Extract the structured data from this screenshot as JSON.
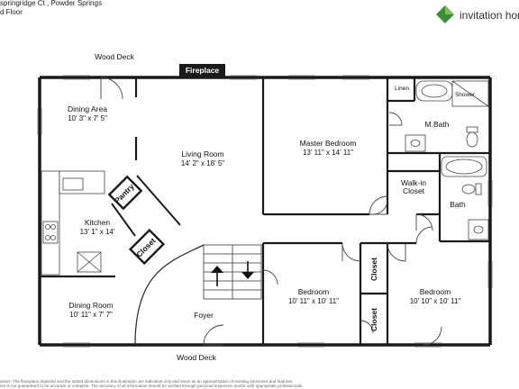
{
  "header": {
    "address": "springridge Ct , Powder Springs",
    "floor": "d Floor",
    "logo_text": "invitation hor",
    "logo_color": "#3a8d3f"
  },
  "outside": {
    "top_deck": "Wood Deck",
    "bottom_deck": "Wood Deck",
    "fireplace": "Fireplace"
  },
  "rooms": {
    "dining_area": {
      "name": "Dining Area",
      "dims": "10' 3\" x 7' 5\""
    },
    "living_room": {
      "name": "Living Room",
      "dims": "14' 2\" x 18' 5\""
    },
    "master_bedroom": {
      "name": "Master Bedroom",
      "dims": "13' 11\" x 14' 11\""
    },
    "linen": {
      "name": "Linen"
    },
    "shower": {
      "name": "Shower"
    },
    "m_bath": {
      "name": "M.Bath"
    },
    "walk_in_closet": {
      "name": "Walk-in\nCloset",
      "line1": "Walk-in",
      "line2": "Closet"
    },
    "bath": {
      "name": "Bath"
    },
    "pantry": {
      "name": "Pantry"
    },
    "kitchen": {
      "name": "Kitchen",
      "dims": "13' 1\" x 14'"
    },
    "closet_hall": {
      "name": "Closet"
    },
    "dining_room": {
      "name": "Dining Room",
      "dims": "10' 11\" x 7' 7\""
    },
    "foyer": {
      "name": "Foyer"
    },
    "bedroom_1": {
      "name": "Bedroom",
      "dims": "10' 11\" x 10' 11\""
    },
    "bedroom_2": {
      "name": "Bedroom",
      "dims": "10' 10\" x 10' 11\""
    },
    "closet_1": {
      "name": "Closet"
    },
    "closet_2": {
      "name": "Closet"
    }
  },
  "disclaimer": {
    "line1": "aimer: The floorplans depicted and the stated dimensions in this illustration are indicative only and serve as an approximation of existing structures and features.",
    "line2": "ion is not guaranteed to be accurate or complete. The accuracy of all information should be verified through personal inspection and/or with appropriate professionals."
  }
}
